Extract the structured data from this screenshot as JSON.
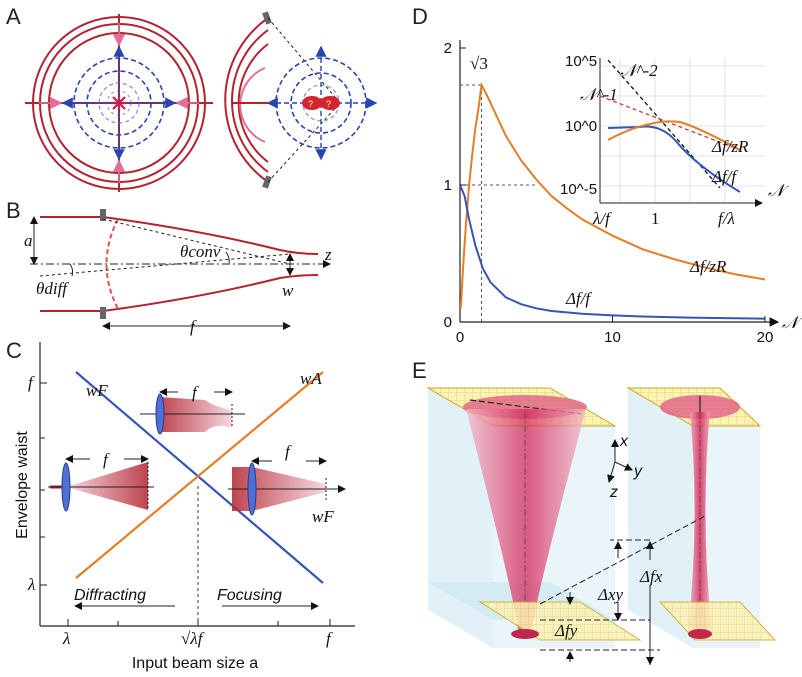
{
  "panels": {
    "A": "A",
    "B": "B",
    "C": "C",
    "D": "D",
    "E": "E"
  },
  "panel_b": {
    "a": "a",
    "theta_conv": "θconv",
    "theta_diff": "θdiff",
    "z": "z",
    "w": "w",
    "f": "f"
  },
  "panel_c": {
    "y_label": "Envelope waist",
    "x_label": "Input beam size a",
    "y_ticks": [
      "f",
      "λ"
    ],
    "x_ticks": [
      "λ",
      "√λf",
      "f"
    ],
    "line_wf": "wF",
    "line_wa": "wA",
    "inset_f": "f",
    "region_left": "Diffracting",
    "region_right": "Focusing",
    "wf_small": "wF"
  },
  "colors": {
    "orange": "#e57d25",
    "blue": "#3554b8",
    "red": "#b2232f",
    "pink": "#e4457a"
  },
  "chart_data": {
    "type": "line",
    "title": "",
    "xlabel": "𝒩",
    "ylabel": "",
    "xlim": [
      0,
      20
    ],
    "ylim": [
      0,
      2
    ],
    "x_ticks": [
      0,
      10,
      20
    ],
    "y_ticks": [
      0,
      1,
      2
    ],
    "annotation": "√3",
    "series": [
      {
        "name": "Δf/zR",
        "color": "#e57d25",
        "x": [
          0.05,
          0.2,
          0.4,
          0.6,
          0.8,
          1,
          1.2,
          1.41,
          1.7,
          2,
          2.5,
          3,
          4,
          5,
          6,
          7,
          8,
          10,
          12,
          14,
          16,
          18,
          20
        ],
        "y": [
          0.1,
          0.4,
          0.73,
          1.0,
          1.22,
          1.41,
          1.55,
          1.73,
          1.67,
          1.6,
          1.48,
          1.36,
          1.18,
          1.04,
          0.92,
          0.83,
          0.75,
          0.63,
          0.53,
          0.46,
          0.4,
          0.35,
          0.31
        ]
      },
      {
        "name": "Δf/f",
        "color": "#3554b8",
        "x": [
          0,
          0.3,
          0.6,
          1,
          1.5,
          2,
          3,
          4,
          5,
          6,
          8,
          10,
          12,
          15,
          18,
          20
        ],
        "y": [
          1.0,
          0.92,
          0.75,
          0.56,
          0.39,
          0.29,
          0.18,
          0.13,
          0.1,
          0.08,
          0.06,
          0.048,
          0.04,
          0.032,
          0.027,
          0.025
        ]
      }
    ],
    "inset": {
      "y_ticks": [
        "10^5",
        "10^0",
        "10^-5"
      ],
      "x_ticks": [
        "λ/f",
        "1",
        "f/λ"
      ],
      "x_axis": "𝒩",
      "power_labels": [
        "𝒩^-2",
        "𝒩^-1"
      ],
      "curve_labels": [
        "Δf/zR",
        "Δf/f"
      ]
    }
  },
  "panel_e": {
    "axis_x": "x",
    "axis_y": "y",
    "axis_z": "z",
    "dxy": "Δxy",
    "dfx": "Δfx",
    "dfy": "Δfy"
  }
}
